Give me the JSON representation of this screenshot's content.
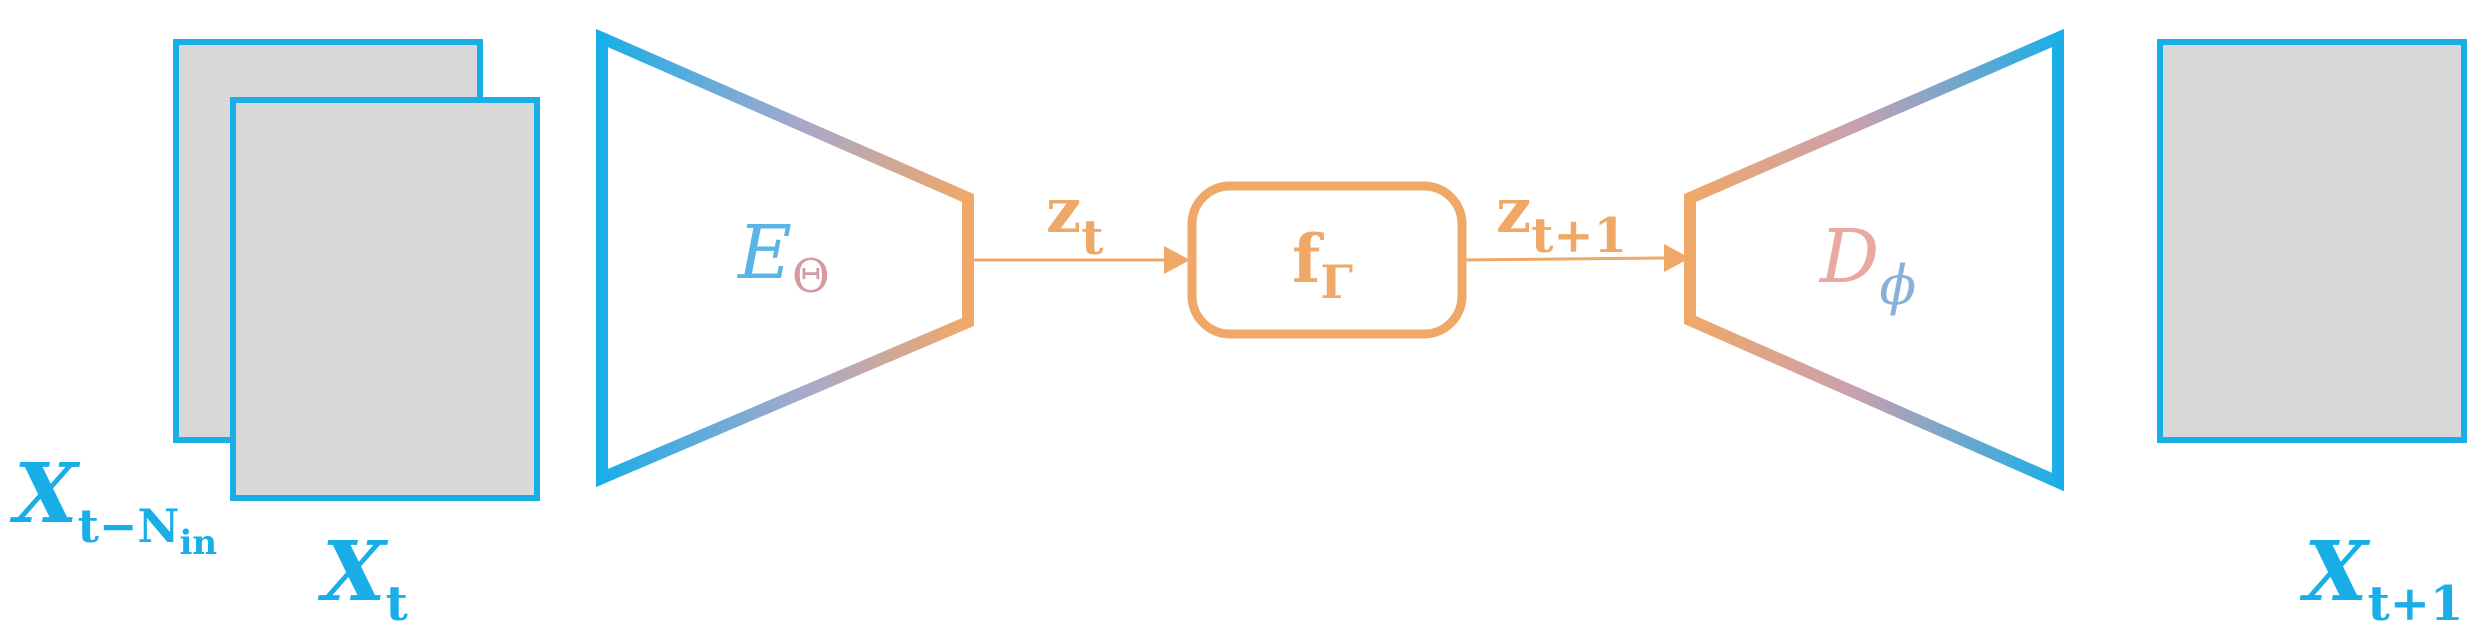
{
  "colors": {
    "frame_stroke": "#1aaee8",
    "frame_fill": "#d8d8d8",
    "orange": "#f0a868",
    "blue": "#1aaee8",
    "encoder_label_blue": "#5ab4e6",
    "encoder_sub_pink": "#d59aa0",
    "decoder_label_pink": "#e9a8a0",
    "decoder_sub_blue": "#88b0d8"
  },
  "labels": {
    "x_past_base": "X",
    "x_past_sub_a": "t−N",
    "x_past_sub_b": "in",
    "x_t_base": "X",
    "x_t_sub": "t",
    "x_next_base": "X",
    "x_next_sub": "t+1",
    "encoder_base": "E",
    "encoder_sub": "Θ",
    "decoder_base": "D",
    "decoder_sub": "ϕ",
    "z_t_base": "z",
    "z_t_sub": "t",
    "z_next_base": "z",
    "z_next_sub": "t+1",
    "f_base": "f",
    "f_sub": "Γ"
  },
  "icons": {
    "encoder": "trapezoid-narrowing-right",
    "decoder": "trapezoid-widening-right",
    "arrow": "triangle-arrowhead"
  }
}
